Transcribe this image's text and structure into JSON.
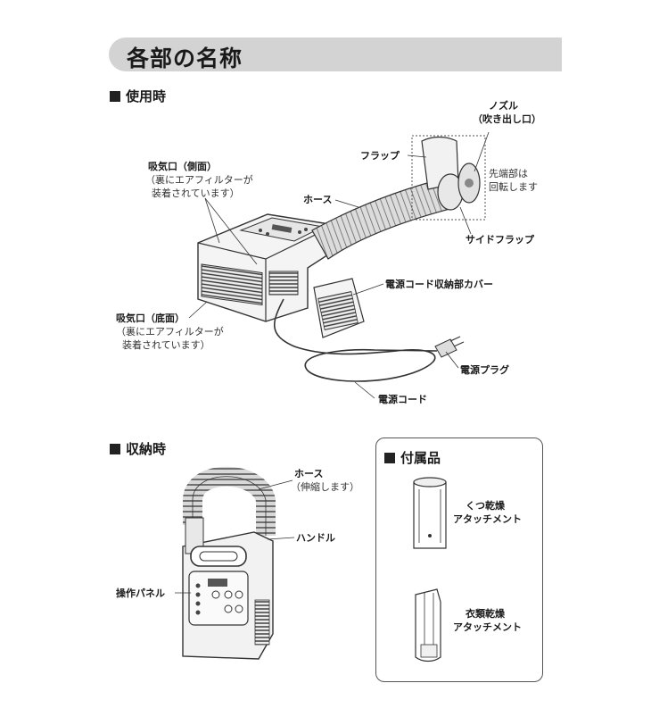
{
  "page_title": "各部の名称",
  "section_in_use": {
    "heading": "使用時",
    "labels": {
      "nozzle_line1": "ノズル",
      "nozzle_line2": "（吹き出し口）",
      "flap": "フラップ",
      "tip_rotates_line1": "先端部は",
      "tip_rotates_line2": "回転します",
      "side_intake_line1": "吸気口（側面）",
      "side_intake_line2": "（裏にエアフィルターが",
      "side_intake_line3": "装着されています）",
      "hose": "ホース",
      "side_flap": "サイドフラップ",
      "cord_cover": "電源コード収納部カバー",
      "bottom_intake_line1": "吸気口（底面）",
      "bottom_intake_line2": "（裏にエアフィルターが",
      "bottom_intake_line3": "装着されています）",
      "plug": "電源プラグ",
      "cord": "電源コード"
    }
  },
  "section_storage": {
    "heading": "収納時",
    "labels": {
      "hose_line1": "ホース",
      "hose_line2": "（伸縮します）",
      "handle": "ハンドル",
      "panel": "操作パネル"
    }
  },
  "section_accessories": {
    "heading": "付属品",
    "labels": {
      "shoe_line1": "くつ乾燥",
      "shoe_line2": "アタッチメント",
      "clothes_line1": "衣類乾燥",
      "clothes_line2": "アタッチメント"
    }
  }
}
